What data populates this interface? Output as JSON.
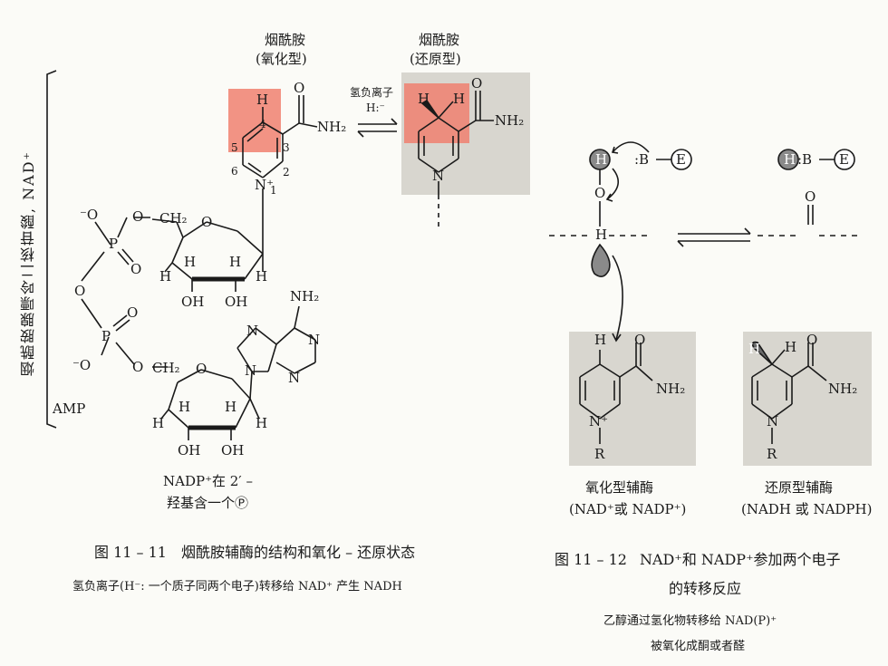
{
  "left_figure": {
    "title_oxidized_line1": "烟酰胺",
    "title_oxidized_line2": "(氧化型)",
    "title_reduced_line1": "烟酰胺",
    "title_reduced_line2": "(还原型)",
    "hydride_label": "氢负离子",
    "hydride_symbol": "H:⁻",
    "vertical_label": "烟酰胺腺嘌呤二核苷酸, NAD⁺",
    "amp_label": "AMP",
    "nadp_note_line1": "NADP⁺在 2′ –",
    "nadp_note_line2": "羟基含一个Ⓟ",
    "caption_number": "图 11 – 11",
    "caption_title": "烟酰胺辅酶的结构和氧化 – 还原状态",
    "caption_sub": "氢负离子(H⁻: 一个质子同两个电子)转移给 NAD⁺ 产生 NADH",
    "atoms": {
      "nh2_amide": "NH₂",
      "o": "O",
      "n_plus": "N⁺",
      "num1": "1",
      "num2": "2",
      "num3": "3",
      "num4": "4",
      "num5": "5",
      "num6": "6",
      "h": "H",
      "oh": "OH",
      "ch2": "CH₂",
      "p": "P",
      "o_minus": "⁻O",
      "nh2_adenine": "NH₂",
      "n": "N"
    }
  },
  "right_figure": {
    "b_label": ":B",
    "e_label": "E",
    "oxidized_name": "氧化型辅酶",
    "oxidized_sub": "(NAD⁺或 NADP⁺)",
    "reduced_name": "还原型辅酶",
    "reduced_sub": "(NADH 或 NADPH)",
    "r_label": "R",
    "caption_number": "图 11 – 12",
    "caption_title_line1": "NAD⁺和 NADP⁺参加两个电子",
    "caption_title_line2": "的转移反应",
    "caption_sub_line1": "乙醇通过氢化物转移给 NAD(P)⁺",
    "caption_sub_line2": "被氧化成酮或者醛"
  },
  "colors": {
    "highlight": "#f08070",
    "gray_box": "#d8d6cf",
    "ink": "#1a1a1a"
  }
}
